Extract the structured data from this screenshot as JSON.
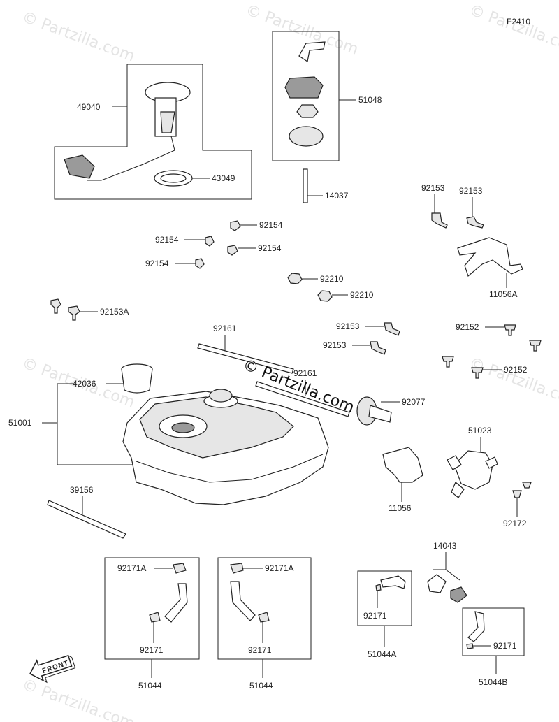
{
  "diagram_code": "F2410",
  "watermarks": [
    "© Partzilla.com",
    "© Partzilla.com",
    "© Partzilla.com",
    "© Partzilla.com",
    "© Partzilla.com",
    "© Partzilla.com"
  ],
  "center_watermark": "© Partzilla.com",
  "front_label": "FRONT",
  "labels": {
    "p49040": "49040",
    "p43049": "43049",
    "p51048": "51048",
    "p14037": "14037",
    "p92153_a": "92153",
    "p92153_b": "92153",
    "p11056A": "11056A",
    "p92154_a": "92154",
    "p92154_b": "92154",
    "p92154_c": "92154",
    "p92154_d": "92154",
    "p92210_a": "92210",
    "p92210_b": "92210",
    "p92153A": "92153A",
    "p92161_a": "92161",
    "p92161_b": "92161",
    "p92153_c": "92153",
    "p92153_d": "92153",
    "p92152_a": "92152",
    "p92152_b": "92152",
    "p92077": "92077",
    "p42036": "42036",
    "p51001": "51001",
    "p51023": "51023",
    "p11056": "11056",
    "p39156": "39156",
    "p92172": "92172",
    "p14043": "14043",
    "p92171A_a": "92171A",
    "p92171_a": "92171",
    "p51044_a": "51044",
    "p92171A_b": "92171A",
    "p92171_b": "92171",
    "p51044_b": "51044",
    "p92171_c": "92171",
    "p51044A": "51044A",
    "p92171_d": "92171",
    "p51044B": "51044B"
  }
}
